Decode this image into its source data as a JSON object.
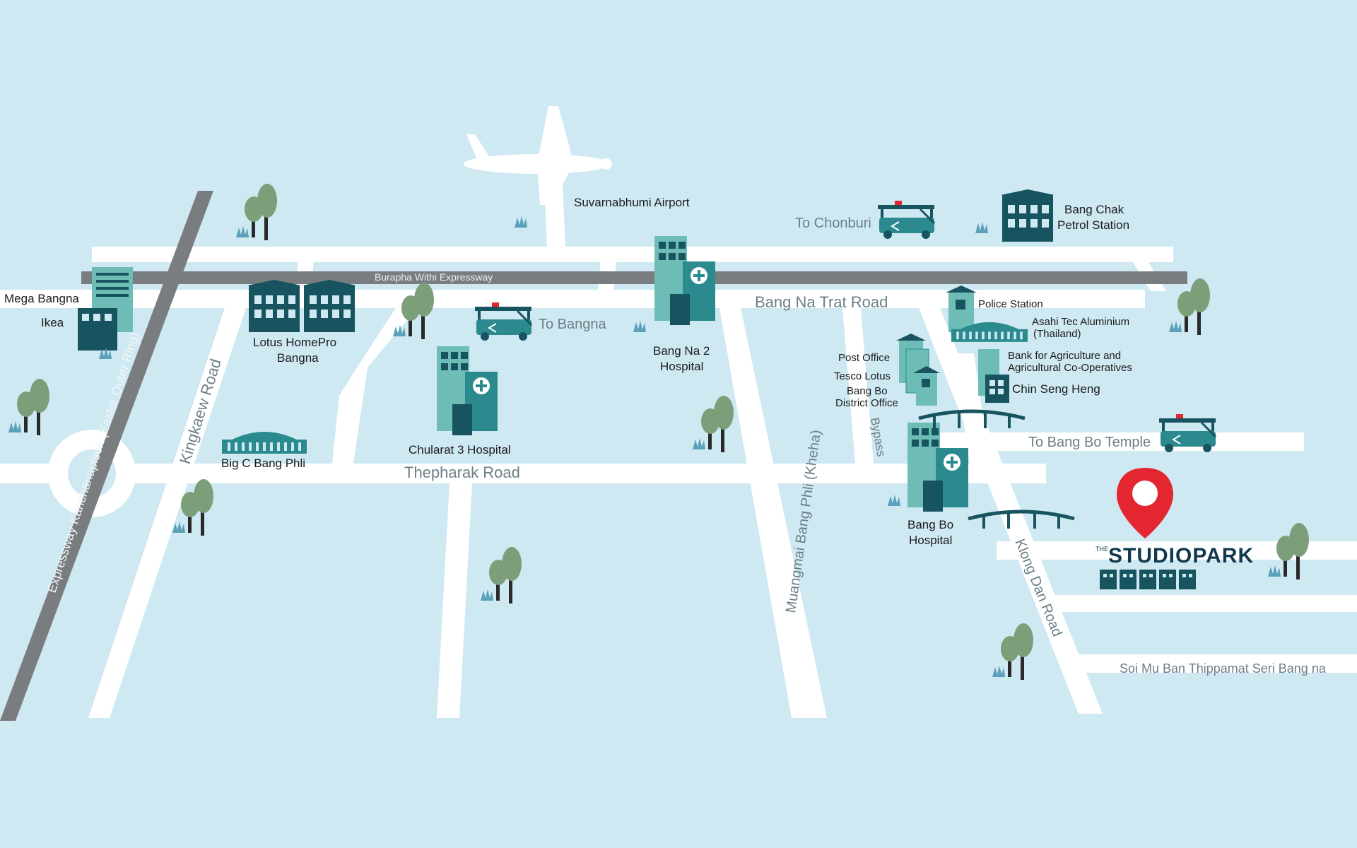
{
  "colors": {
    "background": "#cfe9f3",
    "road": "#ffffff",
    "expressway": "#7a7d7f",
    "building_dark": "#17545f",
    "building_teal": "#2a8a8d",
    "building_light": "#6dbdb6",
    "tree": "#7c9e79",
    "pin": "#e3262f"
  },
  "roads": {
    "burapha": "Burapha Withi Expressway",
    "bangna_trat": "Bang Na Trat Road",
    "thepharak": "Thepharak Road",
    "kingkaew": "Kingkaew Road",
    "kanchanapisek": "Expressway Kanchanapisek (Easter Outer Ring)",
    "muangmai": "Muangmai Bang Phli (Kheha)",
    "bypass": "Bypass",
    "klong_dan": "Klong Dan Road",
    "soi": "Soi Mu Ban Thippamat Seri Bang na"
  },
  "directions": {
    "chonburi": "To Chonburi",
    "bangna": "To Bangna",
    "bang_bo_temple": "To Bang Bo Temple"
  },
  "places": {
    "airport": "Suvarnabhumi Airport",
    "bang_chak_1": "Bang Chak",
    "bang_chak_2": "Petrol Station",
    "mega_bangna": "Mega Bangna",
    "ikea": "Ikea",
    "lotus_1": "Lotus HomePro",
    "lotus_2": "Bangna",
    "bangna2_1": "Bang Na 2",
    "bangna2_2": "Hospital",
    "chularat": "Chularat 3 Hospital",
    "bigc": "Big C Bang Phli",
    "police": "Police Station",
    "asahi_1": "Asahi Tec Aluminium",
    "asahi_2": "(Thailand)",
    "post": "Post Office",
    "bank_1": "Bank for Agriculture and",
    "bank_2": "Agricultural Co-Operatives",
    "tesco": "Tesco Lotus",
    "district_1": "Bang Bo",
    "district_2": "District Office",
    "chin": "Chin Seng Heng",
    "bangbo_1": "Bang Bo",
    "bangbo_2": "Hospital"
  },
  "logo": {
    "prefix": "THE",
    "name": "STUDIOPARK"
  },
  "icons": [
    "airplane-icon",
    "tuk-tuk-icon",
    "tree-icon",
    "hospital-icon",
    "location-pin-icon",
    "bridge-icon"
  ]
}
